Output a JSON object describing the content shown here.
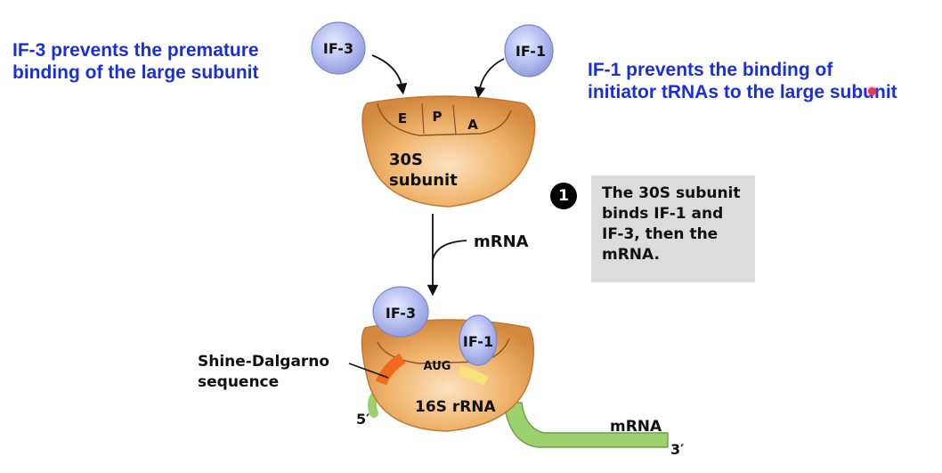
{
  "notes": {
    "if3": [
      "IF-3 prevents the premature",
      "binding of the large subunit"
    ],
    "if1": [
      "IF-1 prevents the binding of",
      "initiator tRNAs to the large subunit"
    ]
  },
  "factors": {
    "if3": "IF-3",
    "if1": "IF-1"
  },
  "top_subunit": {
    "sites": [
      "E",
      "P",
      "A"
    ],
    "label": [
      "30S",
      "subunit"
    ]
  },
  "transition_label": "mRNA",
  "step": {
    "number": "1",
    "text": [
      "The 30S subunit",
      "binds IF-1 and",
      "IF-3, then the",
      "mRNA."
    ]
  },
  "bottom_complex": {
    "shine_dalgarno": [
      "Shine-Dalgarno",
      "sequence"
    ],
    "codon": "AUG",
    "rrna": "16S rRNA",
    "five_prime": "5′",
    "three_prime": "3′",
    "mrna": "mRNA"
  },
  "colors": {
    "note_text": "#1b2fd6",
    "subunit": "#e8a256",
    "factor": "#aab4ec",
    "mrna_strand": "#9bd26e",
    "shine_dalgarno": "#f06a1e",
    "aug": "#f7e278",
    "step_box": "#dcdcdc"
  }
}
